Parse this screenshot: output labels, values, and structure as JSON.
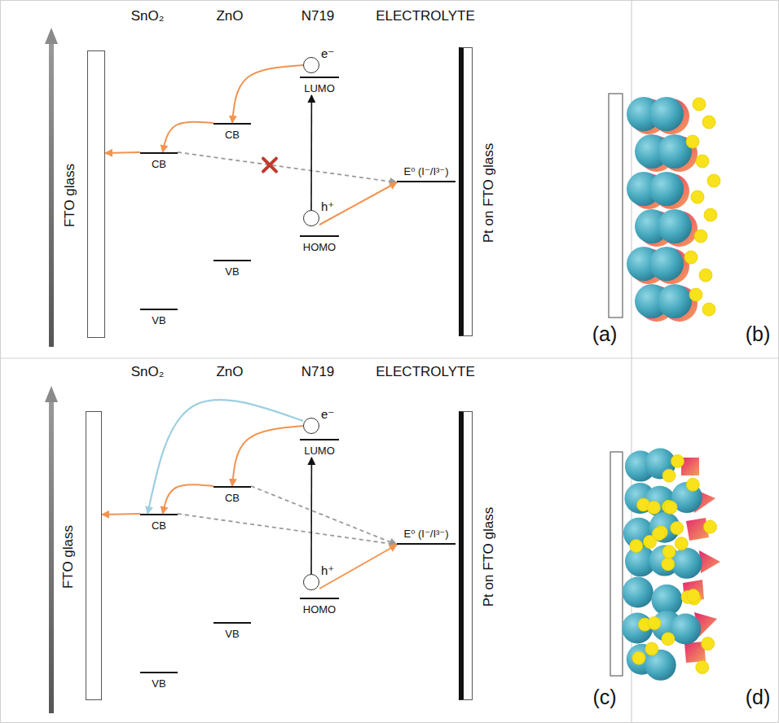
{
  "diagram": {
    "nodes": [
      {
        "text": [
          "FTO glass"
        ]
      },
      {
        "text": [
          "CB"
        ]
      },
      {
        "text": [
          "VB"
        ]
      },
      {
        "text": [
          "CB"
        ]
      },
      {
        "text": [
          "VB"
        ]
      },
      {
        "text": [
          "LUMO"
        ]
      },
      {
        "text": [
          "e⁻"
        ]
      },
      {
        "text": [
          "HOMO"
        ]
      },
      {
        "text": [
          "h⁺"
        ]
      },
      {
        "text": [
          "E⁰ (I⁻/I³⁻)"
        ]
      },
      {
        "text": [
          "Pt on FTO glass"
        ]
      },
      {
        "text": [
          "FTO glass"
        ]
      },
      {
        "text": [
          "CB"
        ]
      },
      {
        "text": [
          "VB"
        ]
      },
      {
        "text": [
          "CB"
        ]
      },
      {
        "text": [
          "VB"
        ]
      },
      {
        "text": [
          "LUMO"
        ]
      },
      {
        "text": [
          "e⁻"
        ]
      },
      {
        "text": [
          "HOMO"
        ]
      },
      {
        "text": [
          "h⁺"
        ]
      },
      {
        "text": [
          "E⁰ (I⁻/I³⁻)"
        ]
      },
      {
        "text": [
          "Pt on FTO glass"
        ]
      }
    ],
    "edges": [
      {
        "from": 6,
        "to": 3,
        "arrow": "to"
      },
      {
        "from": 3,
        "to": 1,
        "arrow": "to"
      },
      {
        "from": 1,
        "to": 0,
        "arrow": "to"
      },
      {
        "from": 1,
        "to": 9,
        "arrow": "to"
      },
      {
        "from": 8,
        "to": 5,
        "arrow": "to"
      },
      {
        "from": 8,
        "to": 9,
        "arrow": "to"
      },
      {
        "from": 17,
        "to": 14,
        "arrow": "to"
      },
      {
        "from": 14,
        "to": 12,
        "arrow": "to"
      },
      {
        "from": 12,
        "to": 11,
        "arrow": "to"
      },
      {
        "from": 17,
        "to": 12,
        "arrow": "to"
      },
      {
        "from": 12,
        "to": 20,
        "arrow": "to"
      },
      {
        "from": 14,
        "to": 20,
        "arrow": "to"
      },
      {
        "from": 19,
        "to": 16,
        "arrow": "to"
      },
      {
        "from": 19,
        "to": 20,
        "arrow": "to"
      }
    ],
    "labels": [
      "SnO₂",
      "ZnO",
      "N719",
      "ELECTROLYTE",
      "(a)",
      "(b)",
      "SnO₂",
      "ZnO",
      "N719",
      "ELECTROLYTE",
      "(c)",
      "(d)"
    ]
  }
}
